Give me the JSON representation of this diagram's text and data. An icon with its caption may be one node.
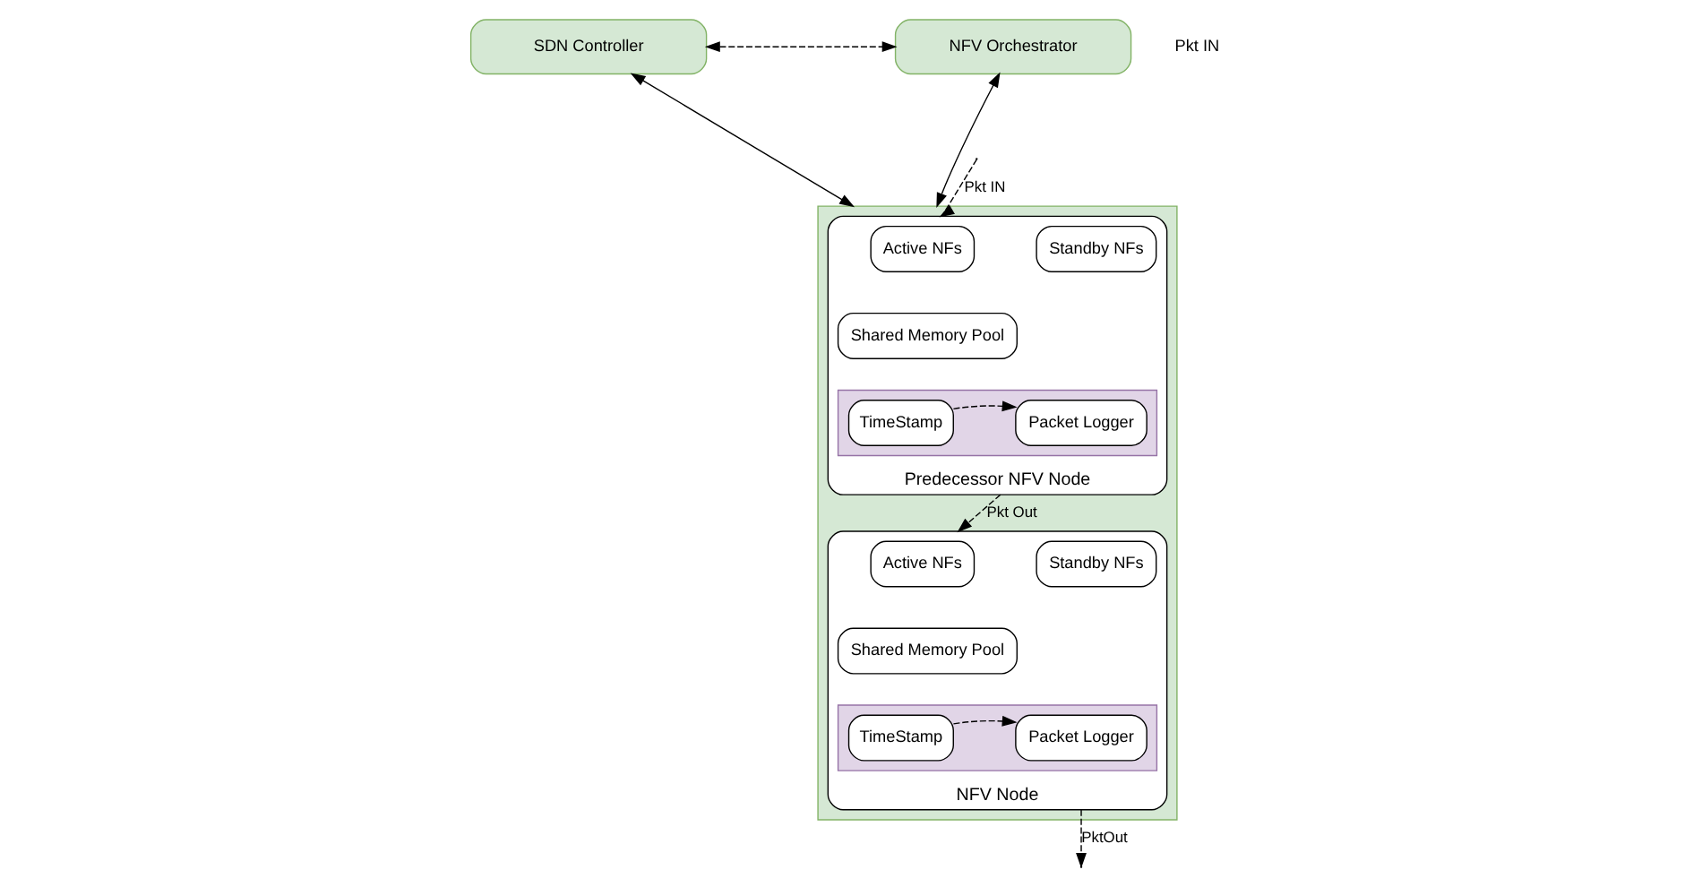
{
  "diagram": {
    "nodes": [
      {
        "text": [
          "SDN Controller"
        ]
      },
      {
        "text": [
          "NFV Orchestrator"
        ]
      },
      {
        "text": [],
        "shape": "box"
      },
      {
        "text": [
          "Predecessor NFV Node"
        ],
        "in": 2
      },
      {
        "text": [
          "Active NFs"
        ],
        "in": 3
      },
      {
        "text": [
          "Standby NFs"
        ],
        "in": 3
      },
      {
        "text": [
          "Shared Memory Pool"
        ],
        "in": 3
      },
      {
        "text": [],
        "shape": "box",
        "in": 3
      },
      {
        "text": [
          "TimeStamp"
        ],
        "in": 7
      },
      {
        "text": [
          "Packet Logger"
        ],
        "in": 7
      },
      {
        "text": [
          "NFV Node"
        ],
        "in": 2
      },
      {
        "text": [
          "Active NFs"
        ],
        "in": 10
      },
      {
        "text": [
          "Standby NFs"
        ],
        "in": 10
      },
      {
        "text": [
          "Shared Memory Pool"
        ],
        "in": 10
      },
      {
        "text": [],
        "shape": "box",
        "in": 10
      },
      {
        "text": [
          "TimeStamp"
        ],
        "in": 14
      },
      {
        "text": [
          "Packet Logger"
        ],
        "in": 14
      }
    ],
    "edges": [
      {
        "from": 0,
        "to": 1,
        "arrow": "both",
        "style": "dashed"
      },
      {
        "from": 0,
        "to": 2,
        "arrow": "both"
      },
      {
        "from": 1,
        "to": 2,
        "arrow": "both"
      },
      {
        "from": null,
        "to": 3,
        "arrow": "to",
        "style": "dashed",
        "label": "Pkt IN"
      },
      {
        "from": 8,
        "to": 9,
        "arrow": "to",
        "style": "dashed"
      },
      {
        "from": 3,
        "to": 10,
        "arrow": "to",
        "style": "dashed",
        "label": "Pkt Out"
      },
      {
        "from": 15,
        "to": 16,
        "arrow": "to",
        "style": "dashed"
      },
      {
        "from": 10,
        "to": null,
        "arrow": "to",
        "style": "dashed",
        "label": "PktOut"
      }
    ],
    "labels": [
      "Pkt IN"
    ]
  }
}
